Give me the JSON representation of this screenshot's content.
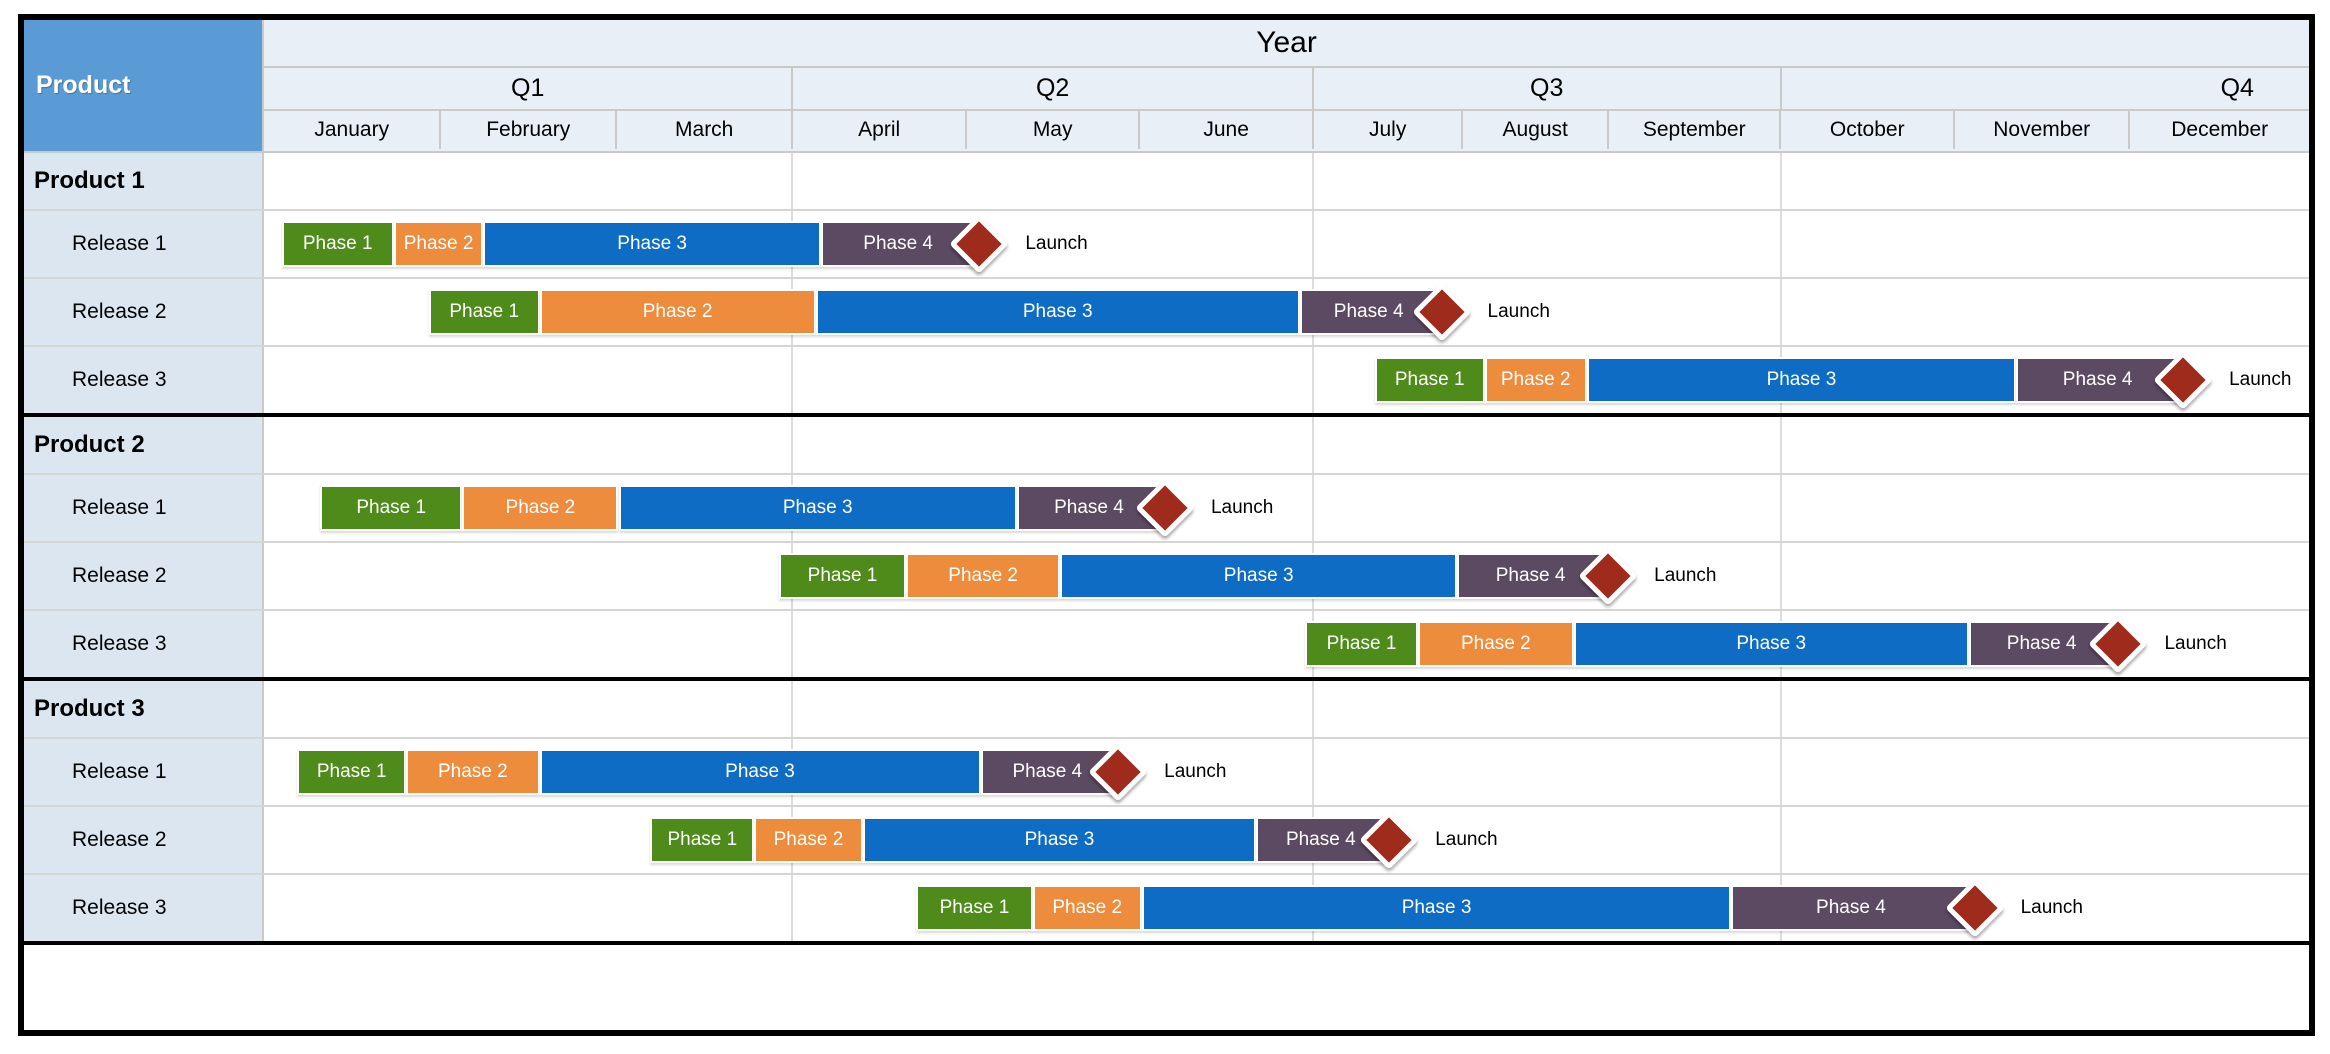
{
  "header": {
    "product_label": "Product",
    "year_label": "Year",
    "quarters": [
      "Q1",
      "Q2",
      "Q3",
      "Q4"
    ],
    "months": [
      "January",
      "February",
      "March",
      "April",
      "May",
      "June",
      "July",
      "August",
      "September",
      "October",
      "November",
      "December"
    ]
  },
  "colors": {
    "phase1": "#4e8b1b",
    "phase2": "#ed8c3d",
    "phase3": "#0f6cc5",
    "phase4": "#5c4a63",
    "launch": "#9e2b1c",
    "header_blue": "#5b9bd5",
    "label_cell": "#dce6f1",
    "header_row": "#e9eff7"
  },
  "chart_data": {
    "type": "gantt",
    "title": "Year",
    "time_axis": {
      "unit": "month_index",
      "range": [
        0,
        12
      ],
      "quarter_gridlines": [
        3,
        6,
        9
      ]
    },
    "phase_names": [
      "Phase 1",
      "Phase 2",
      "Phase 3",
      "Phase 4"
    ],
    "launch_label": "Launch",
    "products": [
      {
        "name": "Product 1",
        "releases": [
          {
            "name": "Release 1",
            "phase_bounds": [
              0.1,
              0.74,
              1.25,
              3.17,
              4.06
            ],
            "launch": 4.06
          },
          {
            "name": "Release 2",
            "phase_bounds": [
              0.94,
              1.57,
              3.14,
              5.93,
              6.84
            ],
            "launch": 6.84
          },
          {
            "name": "Release 3",
            "phase_bounds": [
              6.42,
              7.16,
              7.86,
              10.36,
              11.28
            ],
            "launch": 11.28
          }
        ]
      },
      {
        "name": "Product 2",
        "releases": [
          {
            "name": "Release 1",
            "phase_bounds": [
              0.32,
              1.13,
              2.02,
              4.3,
              5.13
            ],
            "launch": 5.13
          },
          {
            "name": "Release 2",
            "phase_bounds": [
              2.93,
              3.66,
              4.55,
              6.97,
              7.98
            ],
            "launch": 7.98
          },
          {
            "name": "Release 3",
            "phase_bounds": [
              5.96,
              6.71,
              7.77,
              10.09,
              10.92
            ],
            "launch": 10.92
          }
        ]
      },
      {
        "name": "Product 3",
        "releases": [
          {
            "name": "Release 1",
            "phase_bounds": [
              0.19,
              0.81,
              1.57,
              4.09,
              4.86
            ],
            "launch": 4.86
          },
          {
            "name": "Release 2",
            "phase_bounds": [
              2.2,
              2.79,
              3.41,
              5.68,
              6.49
            ],
            "launch": 6.49
          },
          {
            "name": "Release 3",
            "phase_bounds": [
              3.72,
              4.39,
              5.02,
              8.72,
              10.1
            ],
            "launch": 10.1
          }
        ]
      }
    ]
  }
}
